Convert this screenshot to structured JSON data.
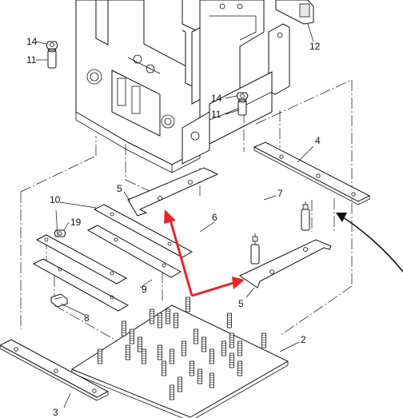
{
  "diagram": {
    "callouts": [
      {
        "id": "c14a",
        "text": "14"
      },
      {
        "id": "c11a",
        "text": "11"
      },
      {
        "id": "c12",
        "text": "12"
      },
      {
        "id": "c14b",
        "text": "14"
      },
      {
        "id": "c11b",
        "text": "11"
      },
      {
        "id": "c4",
        "text": "4"
      },
      {
        "id": "c5a",
        "text": "5"
      },
      {
        "id": "c7",
        "text": "7"
      },
      {
        "id": "c10",
        "text": "10"
      },
      {
        "id": "c6",
        "text": "6"
      },
      {
        "id": "c19",
        "text": "19"
      },
      {
        "id": "c9",
        "text": "9"
      },
      {
        "id": "c5b",
        "text": "5"
      },
      {
        "id": "c8",
        "text": "8"
      },
      {
        "id": "c2",
        "text": "2"
      },
      {
        "id": "c3",
        "text": "3"
      }
    ],
    "colors": {
      "line": "#111111",
      "highlight_arrow": "#e8232a",
      "background": "#ffffff"
    }
  }
}
